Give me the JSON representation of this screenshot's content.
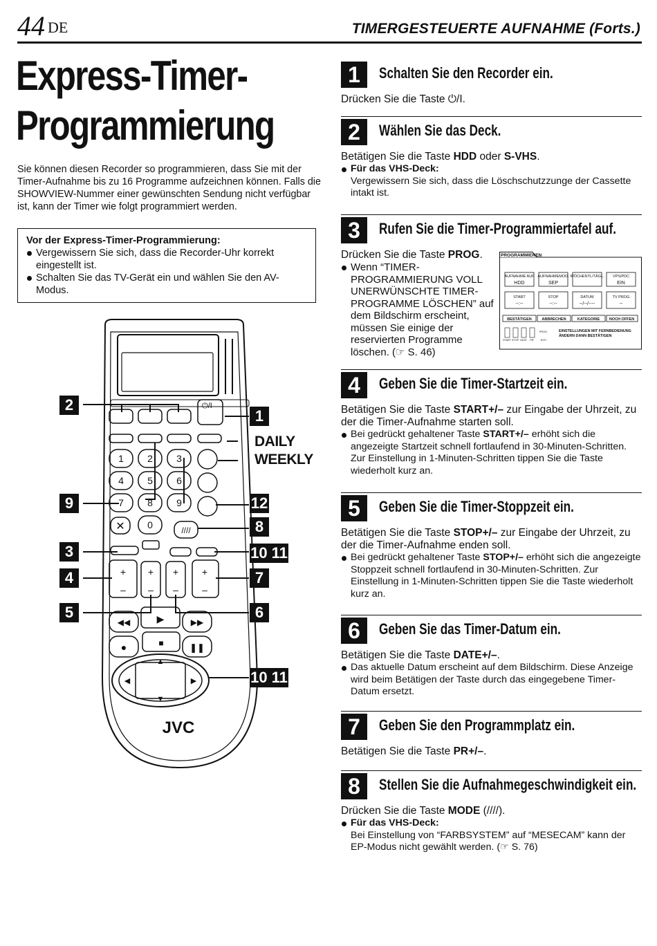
{
  "header": {
    "page_number": "44",
    "lang": "DE",
    "running_title": "TIMERGESTEUERTE AUFNAHME (Forts.)"
  },
  "title": {
    "line1": "Express-Timer-",
    "line2": "Programmierung"
  },
  "intro": "Sie können diesen Recorder so programmieren, dass Sie mit der Timer-Aufnahme bis zu 16 Programme aufzeichnen können. Falls die SHOWVIEW-Nummer einer gewünschten Sendung nicht verfügbar ist, kann der Timer wie folgt programmiert werden.",
  "prebox": {
    "heading": "Vor der Express-Timer-Programmierung:",
    "items": [
      "Vergewissern Sie sich, dass die Recorder-Uhr korrekt eingestellt ist.",
      "Schalten Sie das TV-Gerät ein und wählen Sie den AV-Modus."
    ]
  },
  "remote": {
    "brand": "JVC",
    "daily": "DAILY",
    "weekly": "WEEKLY",
    "keys": [
      "1",
      "2",
      "3",
      "4",
      "5",
      "6",
      "7",
      "8",
      "9",
      "0"
    ],
    "callouts_left": [
      "2",
      "9",
      "3",
      "4",
      "5"
    ],
    "callouts_right": [
      "1",
      "12",
      "8",
      "10 11",
      "7",
      "6",
      "10 11"
    ]
  },
  "steps": [
    {
      "num": "1",
      "heading": "Schalten Sie den Recorder ein.",
      "body": "Drücken Sie die Taste ⏻/I."
    },
    {
      "num": "2",
      "heading": "Wählen Sie das Deck.",
      "body_pre": "Betätigen Sie die Taste ",
      "body_b1": "HDD",
      "body_mid": " oder ",
      "body_b2": "S-VHS",
      "body_post": ".",
      "sub_head": "Für das VHS-Deck:",
      "sub_text": "Vergewissern Sie sich, dass die Löschschutzzunge der Cassette intakt ist."
    },
    {
      "num": "3",
      "heading": "Rufen Sie die Timer-Programmiertafel auf.",
      "body_pre": "Drücken Sie die Taste ",
      "body_b1": "PROG",
      "body_post": ".",
      "sub_text": "Wenn “TIMER-PROGRAMMIERUNG VOLL UNERWÜNSCHTE TIMER-PROGRAMME LÖSCHEN” auf dem Bildschirm erscheint, müssen Sie einige der reservierten Programme löschen. (☞ S. 46)"
    },
    {
      "num": "4",
      "heading": "Geben Sie die Timer-Startzeit ein.",
      "body_pre": "Betätigen Sie die Taste ",
      "body_b1": "START+/–",
      "body_post": " zur Eingabe der Uhrzeit, zu der die Timer-Aufnahme starten soll.",
      "sub_pre": "Bei gedrückt gehaltener Taste ",
      "sub_b": "START+/–",
      "sub_post": " erhöht sich die angezeigte Startzeit schnell fortlaufend in 30-Minuten-Schritten. Zur Einstellung in 1-Minuten-Schritten tippen Sie die Taste wiederholt kurz an."
    },
    {
      "num": "5",
      "heading": "Geben Sie die Timer-Stoppzeit ein.",
      "body_pre": "Betätigen Sie die Taste ",
      "body_b1": "STOP+/–",
      "body_post": " zur Eingabe der Uhrzeit, zu der die Timer-Aufnahme enden soll.",
      "sub_pre": "Bei gedrückt gehaltener Taste ",
      "sub_b": "STOP+/–",
      "sub_post": " erhöht sich die angezeigte Stoppzeit schnell fortlaufend in 30-Minuten-Schritten. Zur Einstellung in 1-Minuten-Schritten tippen Sie die Taste wiederholt kurz an."
    },
    {
      "num": "6",
      "heading": "Geben Sie das Timer-Datum ein.",
      "body_pre": "Betätigen Sie die Taste ",
      "body_b1": "DATE+/–",
      "body_post": ".",
      "sub_text": "Das aktuelle Datum erscheint auf dem Bildschirm. Diese Anzeige wird beim Betätigen der Taste durch das eingegebene Timer-Datum ersetzt."
    },
    {
      "num": "7",
      "heading": "Geben Sie den Programmplatz ein.",
      "body_pre": "Betätigen Sie die Taste ",
      "body_b1": "PR+/–",
      "body_post": "."
    },
    {
      "num": "8",
      "heading": "Stellen Sie die Aufnahmegeschwindigkeit ein.",
      "body_pre": "Drücken Sie die Taste ",
      "body_b1": "MODE",
      "body_post": " (////).",
      "sub_head": "Für das VHS-Deck:",
      "sub_text": "Bei Einstellung von “FARBSYSTEM” auf “MESECAM” kann der EP-Modus nicht gewählt werden. (☞ S. 76)"
    }
  ],
  "osd": {
    "title": "PROGRAMMIEREN",
    "labels": [
      "AUFNAHME AUF",
      "AUFNAHMEMOD.",
      "WÖCHENTL/TÄGL.",
      "VPS/PDC"
    ],
    "values": [
      "HDD",
      "SEP",
      "",
      "EIN"
    ],
    "labels2": [
      "START",
      "STOP",
      "DATUM",
      "TV PROG"
    ],
    "values2": [
      "--:--",
      "--:--",
      "--/--/----",
      "--"
    ],
    "buttons": [
      "BESTÄTIGEN",
      "ABBRECHEN",
      "KATEGORIE",
      "NOCH OFFEN"
    ],
    "keys": [
      "START",
      "STOP",
      "DATE",
      "PR",
      "PROG.",
      "EXIT"
    ],
    "note1": "EINSTELLUNGEN MIT FERNBEDIENUNG",
    "note2": "ÄNDERN DANN BESTÄTIGEN"
  }
}
